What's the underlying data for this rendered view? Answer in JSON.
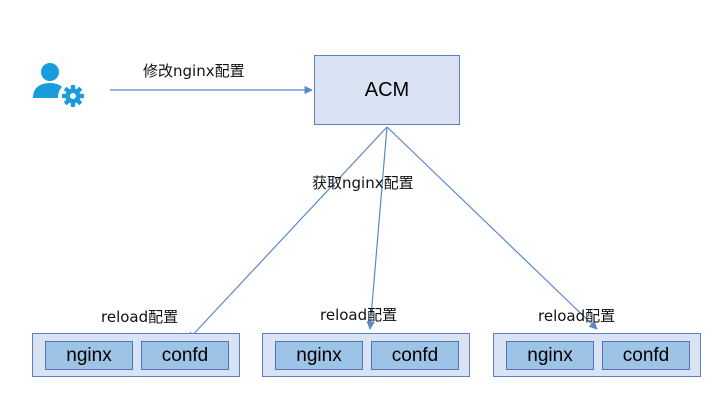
{
  "title_arrow_label": "修改nginx配置",
  "acm_label": "ACM",
  "fetch_label": "获取nginx配置",
  "groups": [
    {
      "reload_label": "reload配置",
      "left_label": "nginx",
      "right_label": "confd"
    },
    {
      "reload_label": "reload配置",
      "left_label": "nginx",
      "right_label": "confd"
    },
    {
      "reload_label": "reload配置",
      "left_label": "nginx",
      "right_label": "confd"
    }
  ],
  "icons": {
    "user": "user-gear-icon"
  },
  "colors": {
    "box_fill": "#dae3f3",
    "inner_fill": "#9dc3e6",
    "border": "#5b7fbf",
    "arrow": "#5b88c8",
    "icon": "#1a9bdb"
  }
}
